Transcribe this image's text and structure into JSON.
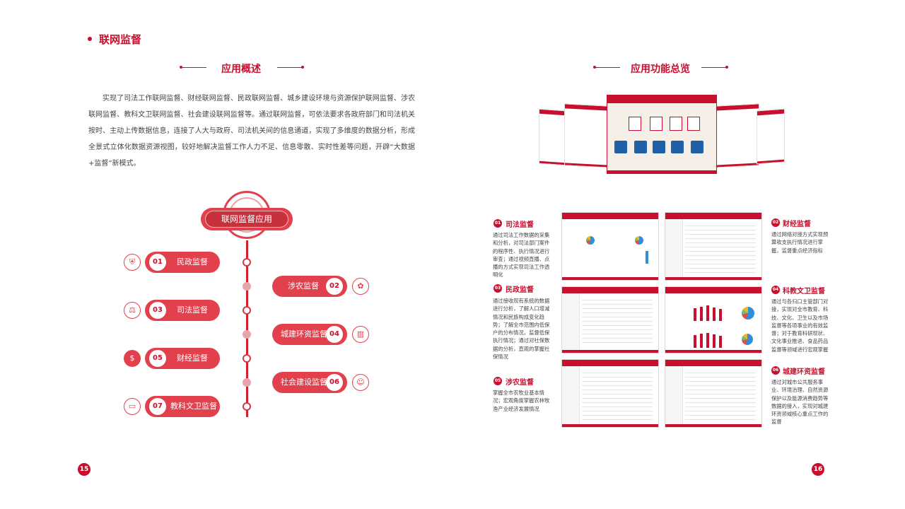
{
  "section_title": "联网监督",
  "overview": {
    "title": "应用概述",
    "text": "实现了司法工作联网监督、财经联网监督、民政联网监督、城乡建设环境与资源保护联网监督、涉农联网监督、教科文卫联网监督、社会建设联网监督等。通过联网监督，可依法要求各政府部门和司法机关按时、主动上传数据信息，连接了人大与政府、司法机关间的信息通道，实现了多维度的数据分析，形成全景式立体化数据资源视图，较好地解决监督工作人力不足、信息零散、实时性差等问题，开辟“大数据+监督”新模式。"
  },
  "diagram": {
    "center_label": "联网监督应用",
    "items": [
      {
        "num": "01",
        "label": "民政监督",
        "side": "left",
        "icon": "shield-icon"
      },
      {
        "num": "02",
        "label": "涉农监督",
        "side": "right",
        "icon": "wheat-icon"
      },
      {
        "num": "03",
        "label": "司法监督",
        "side": "left",
        "icon": "scales-icon"
      },
      {
        "num": "04",
        "label": "城建环资监督",
        "side": "right",
        "icon": "building-icon"
      },
      {
        "num": "05",
        "label": "财经监督",
        "side": "left",
        "icon": "money-bag-icon"
      },
      {
        "num": "06",
        "label": "社会建设监督",
        "side": "right",
        "icon": "people-icon"
      },
      {
        "num": "07",
        "label": "教科文卫监督",
        "side": "left",
        "icon": "book-icon"
      }
    ]
  },
  "functions": {
    "title": "应用功能总览",
    "features": [
      {
        "num": "01",
        "title": "司法监督",
        "desc": "通过司法工作数据的采集和分析，对司法部门案件的程序性、执行情况进行审查；通过视频直播、点播的方式实现司法工作透明化"
      },
      {
        "num": "02",
        "title": "财经监督",
        "desc": "通过网络对接方式实现预算收支执行情况进行掌握，监督重点经济指标"
      },
      {
        "num": "03",
        "title": "民政监督",
        "desc": "通过接收现有系统的数据进行分析，了解人口增减情况和民族构成变化趋势；了解全市范围内低保户的分布情况，监督低保执行情况；通过对社保数据的分析，直观的掌握社保情况"
      },
      {
        "num": "04",
        "title": "科教文卫监督",
        "desc": "通过与各归口主管部门对接，实现对全市教育、科技、文化、卫生以及市场监督等各项事业的有效监督；对于教育科研现状、文化事业推进、食品药品监督等领域进行宏观掌握"
      },
      {
        "num": "05",
        "title": "涉农监督",
        "desc": "掌握全市农牧业基本情况；宏观角度掌握农林牧渔产业经济发展情况"
      },
      {
        "num": "06",
        "title": "城建环资监督",
        "desc": "通过对城市公共服务事业、环境治理、自然资源保护以及能源消费趋势等数据的接入，实现对城建环资领域核心重点工作的监督"
      }
    ]
  },
  "pages": {
    "left": "15",
    "right": "16"
  }
}
